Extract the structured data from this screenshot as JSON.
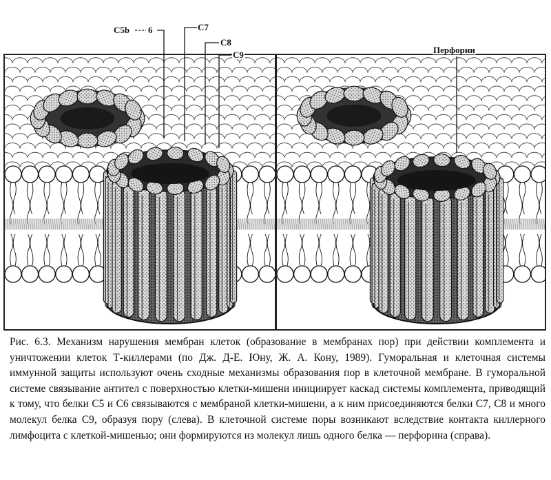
{
  "figure": {
    "labels": {
      "c5b6": "C5b",
      "six": "6",
      "c7": "C7",
      "c8": "C8",
      "c9": "C9",
      "perforin": "Перфорин"
    }
  },
  "caption": {
    "text": "Рис. 6.3. Механизм нарушения мембран клеток (образование в мембранах пор) при действии комплемента и уничтожении клеток Т-киллерами (по Дж. Д-Е. Юну, Ж. А. Кону, 1989). Гуморальная и клеточная системы иммунной защиты используют очень сходные механизмы образования пор в клеточной мембране. В гуморальной системе связывание антител с поверхностью клетки-мишени инициирует каскад системы комплемента, приводящий к тому, что белки С5 и С6 связываются с мембраной клетки-мишени, а к ним присоединяются белки С7, С8 и много молекул белка С9, образуя пору (слева). В клеточной системе поры возникают вследствие контакта киллерного лимфоцита с клеткой-мишенью; они формируются из молекул лишь одного белка — перфорина (справа)."
  },
  "colors": {
    "ink": "#111111",
    "stipple": "#444444",
    "paper": "#ffffff"
  }
}
